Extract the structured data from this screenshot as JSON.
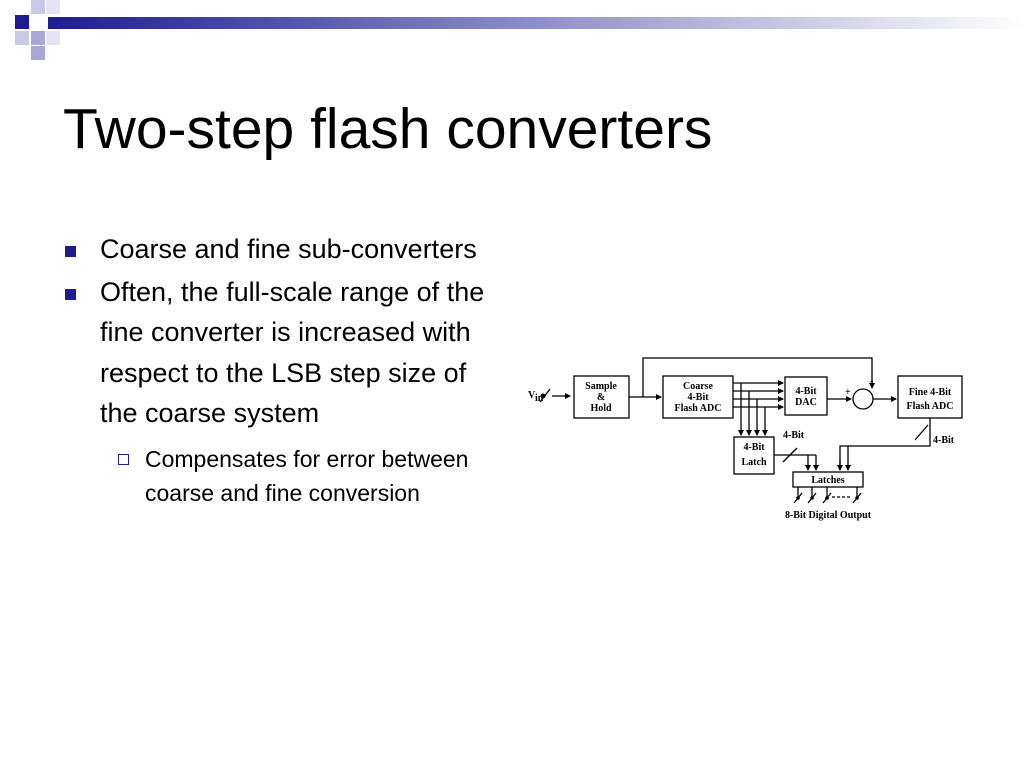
{
  "slide": {
    "title": "Two-step flash converters",
    "accent_color": "#1d1d8e",
    "bullets": [
      {
        "text": "Coarse and fine sub-converters"
      },
      {
        "text": "Often, the full-scale range of the fine converter is increased with respect to the LSB step size of the coarse system"
      }
    ],
    "sub_bullets": [
      {
        "text": "Compensates for error between coarse and fine conversion"
      }
    ]
  },
  "diagram": {
    "vin_label": "V",
    "vin_subscript": "in",
    "blocks": {
      "sample_hold": [
        "Sample",
        "&",
        "Hold"
      ],
      "coarse_adc": [
        "Coarse",
        "4-Bit",
        "Flash ADC"
      ],
      "dac": [
        "4-Bit",
        "DAC"
      ],
      "fine_adc": [
        "Fine 4-Bit",
        "Flash ADC"
      ],
      "latch": [
        "4-Bit",
        "Latch"
      ],
      "latches": "Latches"
    },
    "summer_plus": "+",
    "summer_minus": "-",
    "bus_label_latch": "4-Bit",
    "bus_label_fine": "4-Bit",
    "output_label": "8-Bit Digital Output"
  }
}
